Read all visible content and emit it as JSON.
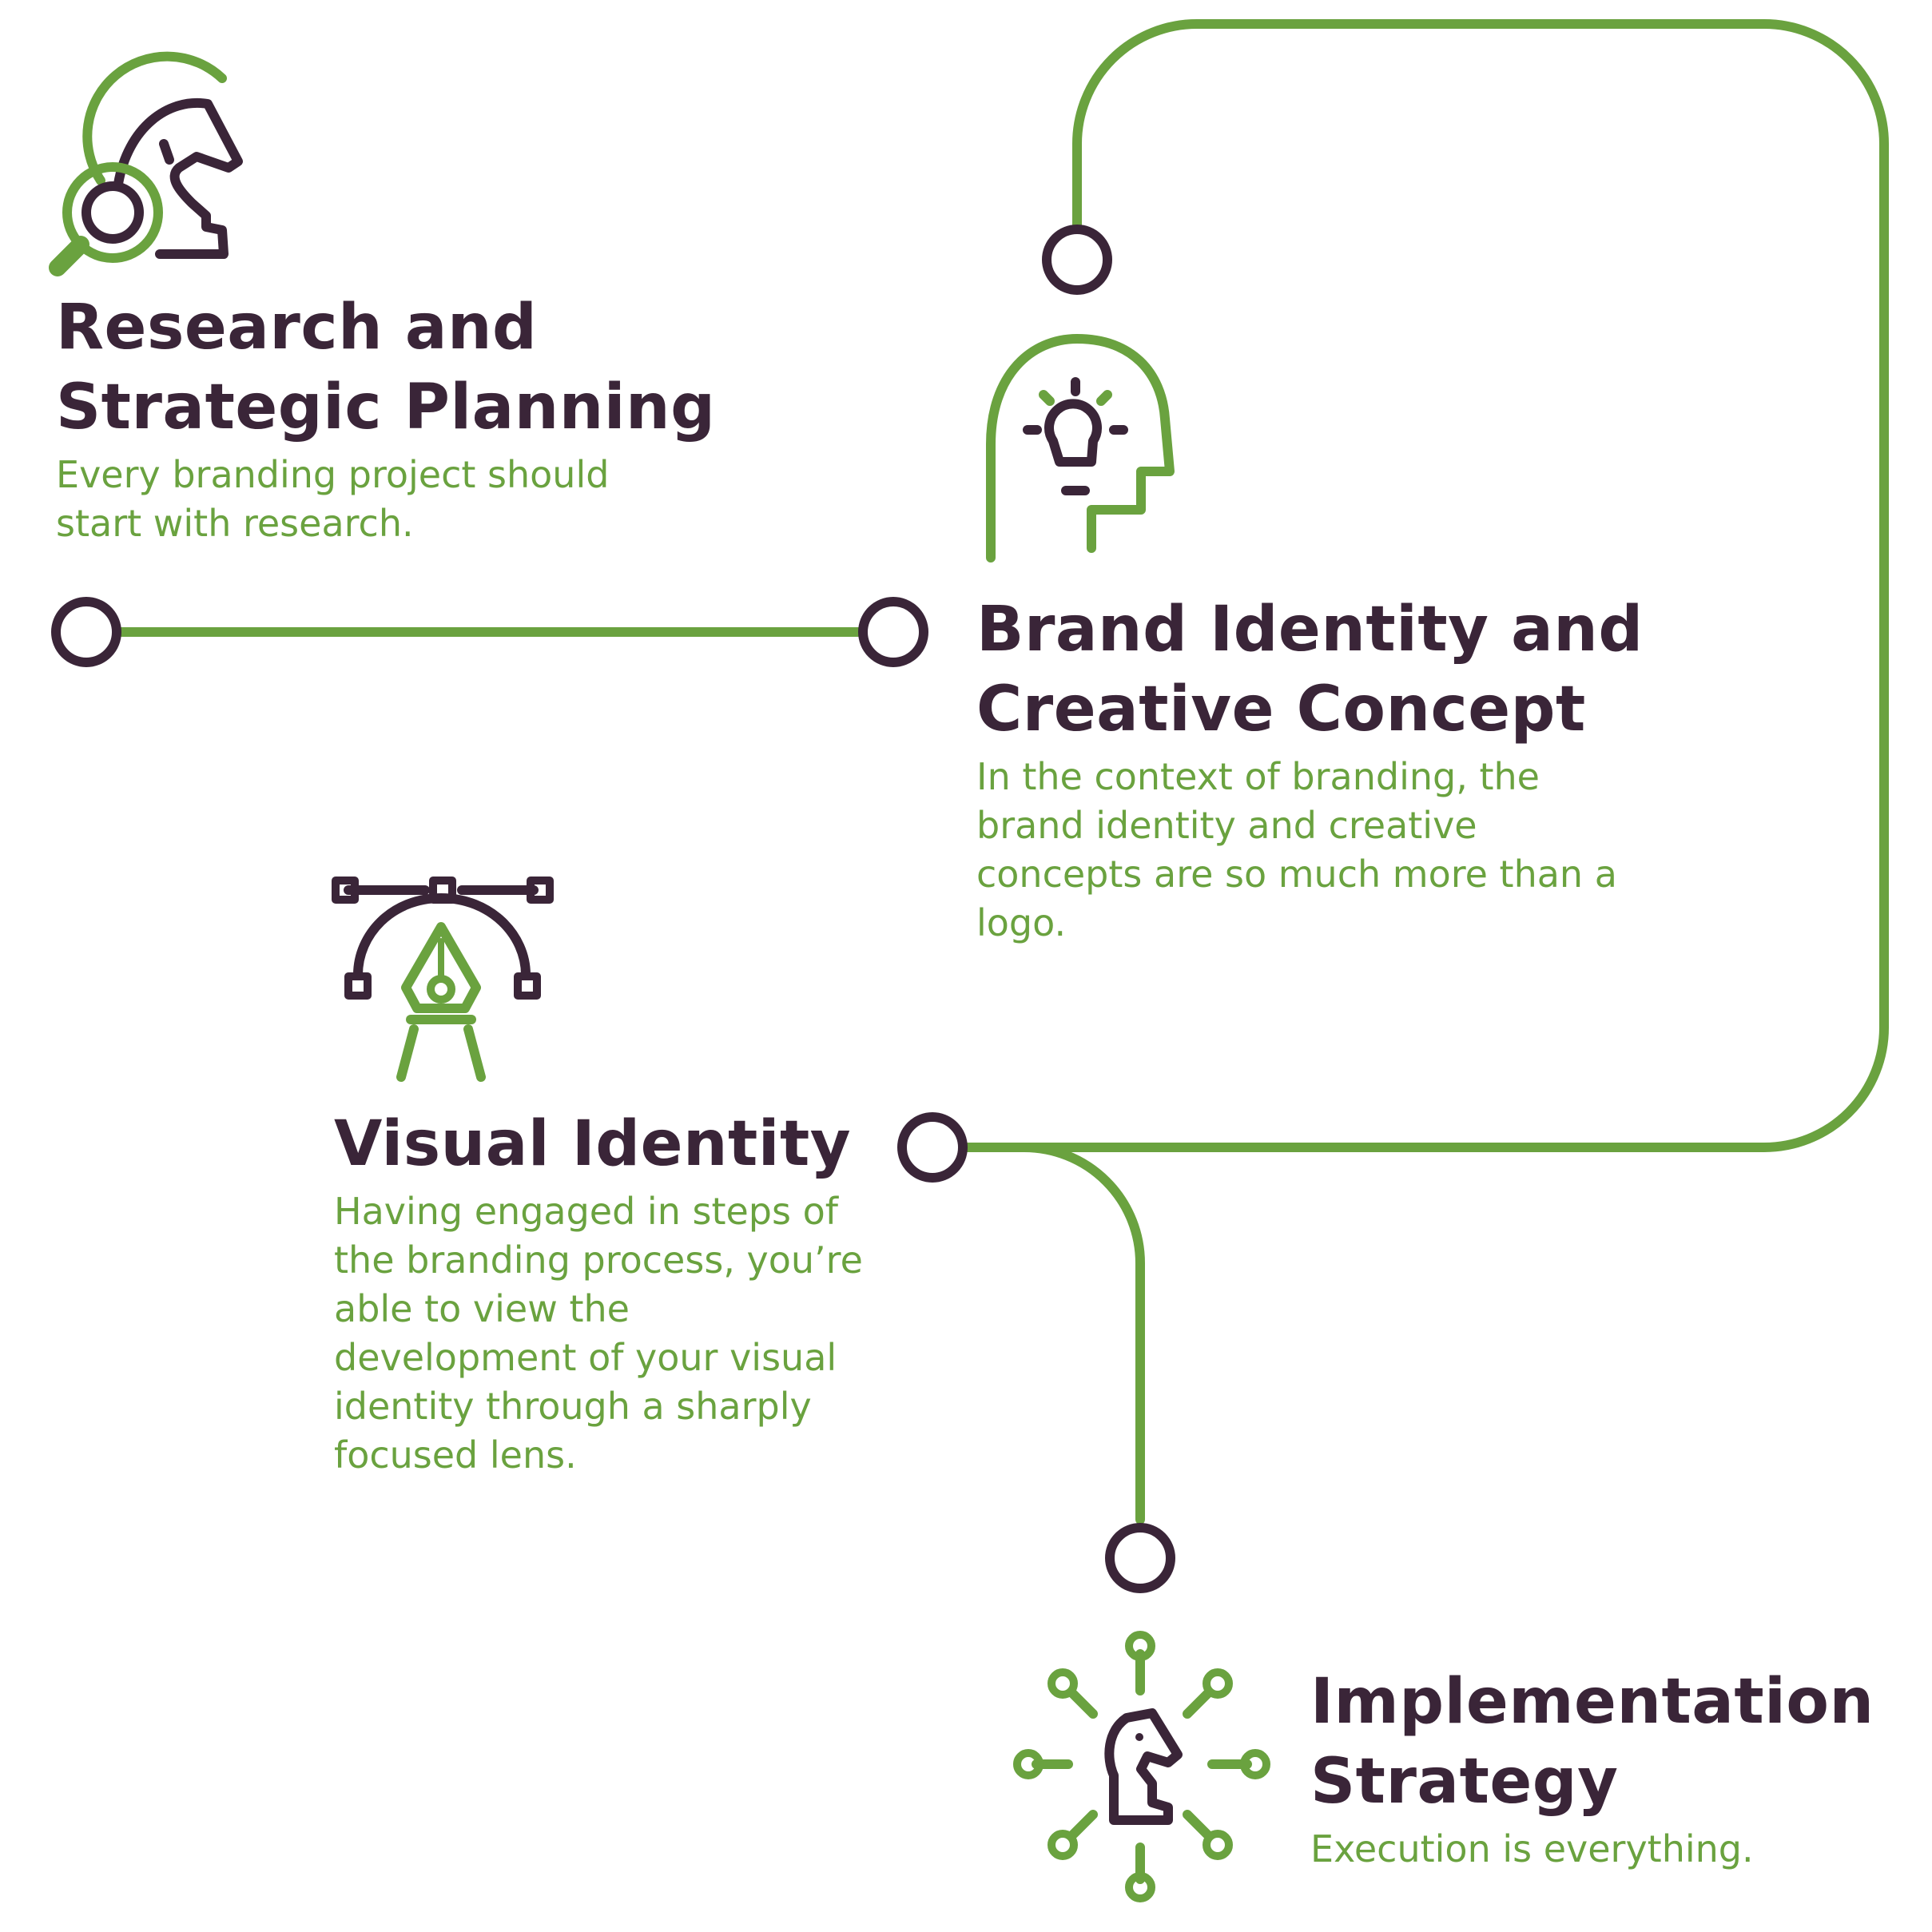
{
  "colors": {
    "accent": "#6aa23f",
    "dark": "#3a2538",
    "background": "#ffffff"
  },
  "steps": [
    {
      "title_line1": "Research and",
      "title_line2": "Strategic Planning",
      "description": "Every branding project should start with research.",
      "icon": "knight-magnifier-icon"
    },
    {
      "title_line1": "Brand Identity and",
      "title_line2": "Creative Concept",
      "description": "In the context of branding, the brand identity and creative concepts are so much more than a logo.",
      "icon": "head-lightbulb-icon"
    },
    {
      "title_line1": "Visual Identity",
      "description": "Having engaged in steps of the branding process, you’re able to view the development of your visual identity through a sharply focused lens.",
      "icon": "pen-tool-bezier-icon"
    },
    {
      "title_line1": "Implementation",
      "title_line2": "Strategy",
      "description": "Execution is everything.",
      "icon": "knight-network-icon"
    }
  ]
}
